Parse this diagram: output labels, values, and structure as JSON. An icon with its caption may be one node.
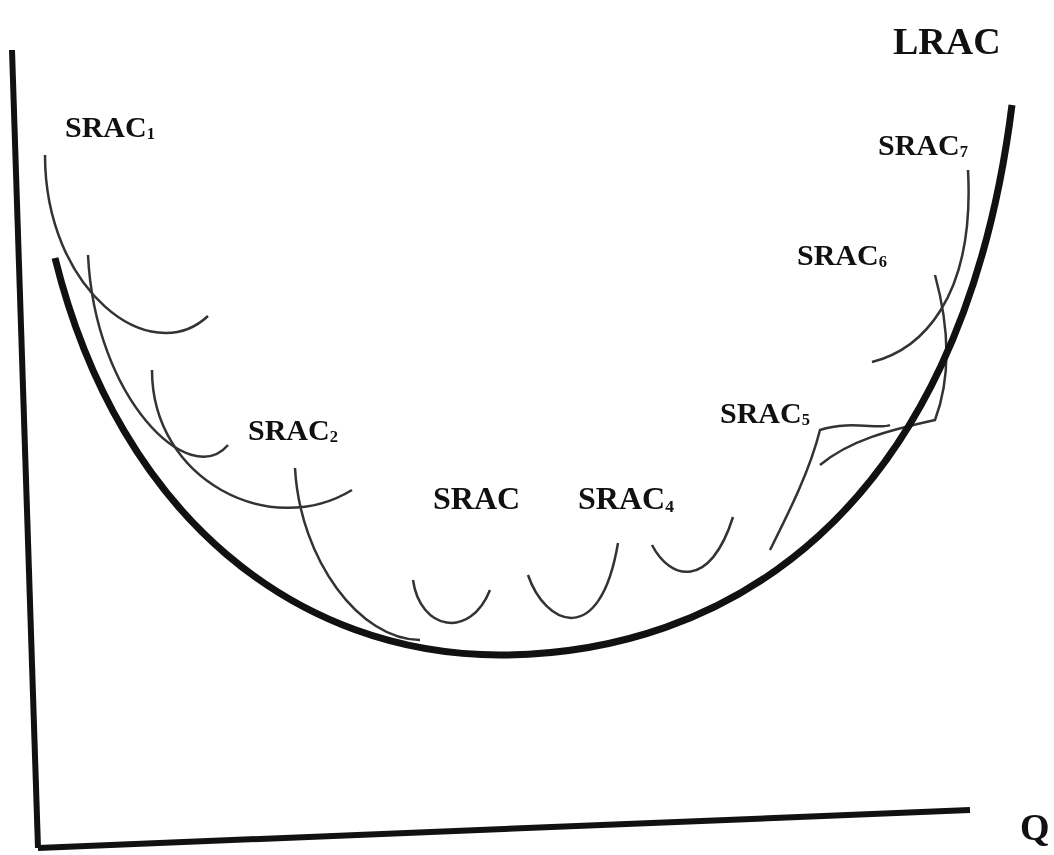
{
  "diagram": {
    "labels": [
      "LRAC",
      "SRAC$_{1}$",
      "SRAC$_{7}$",
      "SRAC$_{6}$",
      "SRAC$_{5}$",
      "SRAC$_{2}$",
      "SRAC",
      "SRAC$_{4}$",
      "Q"
    ]
  }
}
